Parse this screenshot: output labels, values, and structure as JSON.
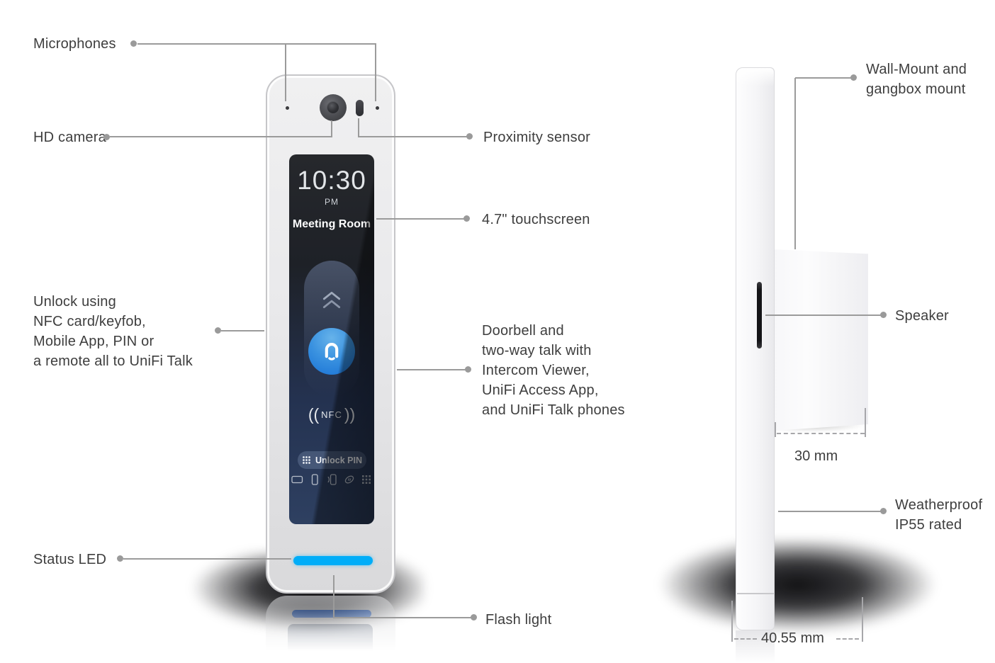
{
  "callouts": {
    "microphones": "Microphones",
    "hd_camera": "HD camera",
    "proximity_sensor": "Proximity sensor",
    "touchscreen": "4.7\" touchscreen",
    "unlock_methods": "Unlock using\nNFC card/keyfob,\nMobile App, PIN or\na remote all to UniFi Talk",
    "doorbell": "Doorbell and\ntwo-way talk with\nIntercom Viewer,\nUniFi Access  App,\nand UniFi Talk phones",
    "status_led": "Status LED",
    "flash_light": "Flash light",
    "wall_mount": "Wall-Mount and\ngangbox mount",
    "speaker": "Speaker",
    "weatherproof": "Weatherproof\nIP55 rated"
  },
  "measurements": {
    "mount_depth": "30 mm",
    "total_depth": "40.55 mm"
  },
  "device_screen": {
    "time": "10:30",
    "meridiem": "PM",
    "location": "Meeting Room",
    "nfc_label": "NFC",
    "unlock_button": "Unlock PIN"
  },
  "colors": {
    "status_led": "#00ADF8",
    "doorbell_button_top": "#67B3EA",
    "doorbell_button_bottom": "#1A73D5",
    "screen_bottom": "#2E4061",
    "label_text": "#3E3E3E",
    "leader_line": "#9B9B9B"
  }
}
